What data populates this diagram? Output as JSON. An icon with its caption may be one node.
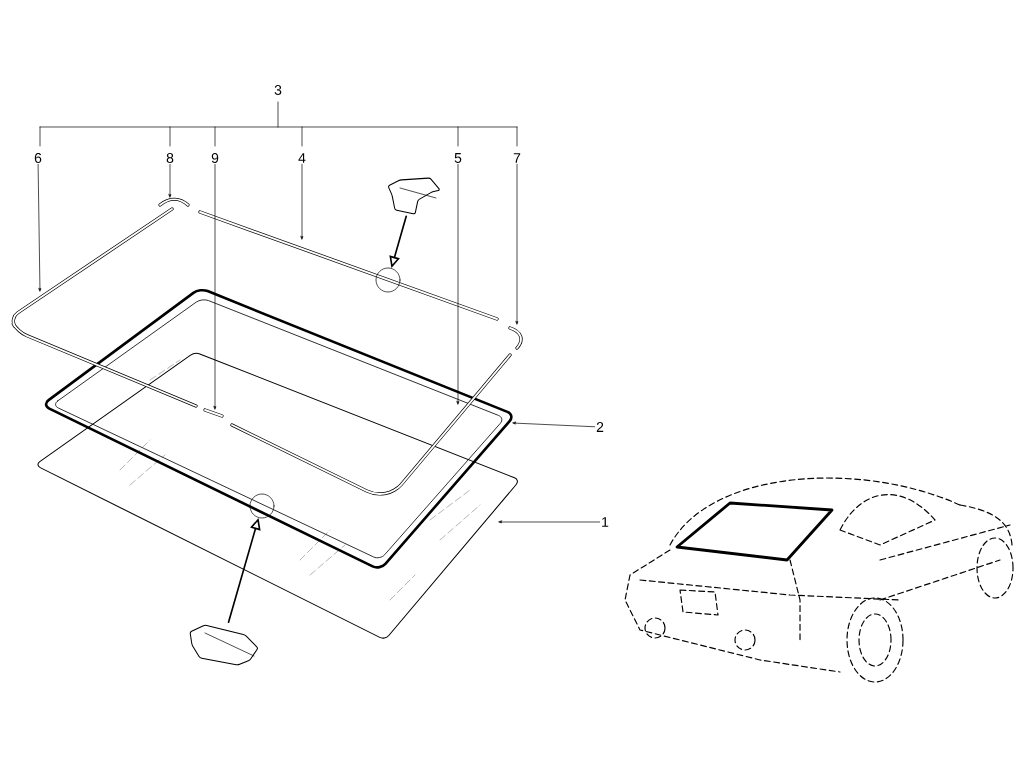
{
  "diagram": {
    "nodes": [
      {
        "text": [
          "6"
        ]
      },
      {
        "text": [
          "8"
        ]
      },
      {
        "text": [
          "9"
        ]
      },
      {
        "text": [
          "4"
        ]
      },
      {
        "text": [
          "5"
        ]
      },
      {
        "text": [
          "7"
        ]
      },
      {
        "text": [
          "2"
        ]
      },
      {
        "text": [
          "1"
        ]
      },
      {
        "text": [],
        "shape": "picture"
      },
      {
        "text": [],
        "shape": "circle"
      },
      {
        "text": [],
        "shape": "circle"
      },
      {
        "text": [],
        "shape": "picture"
      }
    ],
    "edges": [
      {
        "from": 0,
        "to": null,
        "arrow": "to"
      },
      {
        "from": 1,
        "to": null,
        "arrow": "to"
      },
      {
        "from": 2,
        "to": null,
        "arrow": "to"
      },
      {
        "from": 3,
        "to": null,
        "arrow": "to"
      },
      {
        "from": 4,
        "to": null,
        "arrow": "to"
      },
      {
        "from": 5,
        "to": null,
        "arrow": "to"
      },
      {
        "from": 6,
        "to": null,
        "arrow": "to"
      },
      {
        "from": 7,
        "to": null,
        "arrow": "to"
      },
      {
        "from": 8,
        "to": 9,
        "arrow": "to"
      },
      {
        "from": 11,
        "to": 10,
        "arrow": "to"
      }
    ],
    "labels": [
      "3"
    ]
  }
}
